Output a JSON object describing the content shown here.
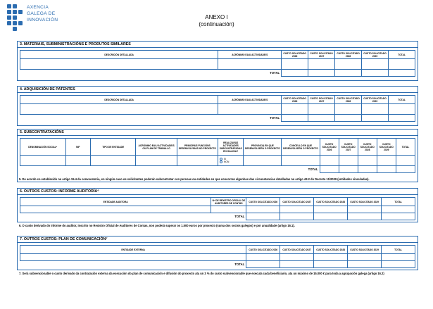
{
  "logo": {
    "line1": "AXENCIA",
    "line2": "GALEGA DE",
    "line3": "INNOVACIÓN"
  },
  "header": {
    "title": "ANEXO I",
    "subtitle": "(continuación)"
  },
  "s3": {
    "title": "3. MATERIAIS, SUBMINISTRACIÓNS E PRODUTOS SIMILARES",
    "cols": [
      "DESCRICIÓN DETALLADA",
      "ACRÓNIMO EA/U ACTIVIDADE/S",
      "CUSTO SOLICITADO 2026",
      "CUSTO SOLICITADO 2027",
      "CUSTO SOLICITADO 2028",
      "CUSTO SOLICITADO 2029",
      "TOTAL"
    ],
    "total": "TOTAL"
  },
  "s4": {
    "title": "4. ADQUISICIÓN DE PATENTES",
    "cols": [
      "DESCRICIÓN DETALLADA",
      "ACRÓNIMO EA/U ACTIVIDADE/S",
      "CUSTO SOLICITADO 2026",
      "CUSTO SOLICITADO 2027",
      "CUSTO SOLICITADO 2028",
      "CUSTO SOLICITADO 2029",
      "TOTAL"
    ],
    "total": "TOTAL"
  },
  "s5": {
    "title": "5. SUBCONTRATACIÓNS",
    "cols": [
      "DENOMINACIÓN SOCIAL⁵",
      "NIF",
      "TIPO DE ENTIDADE",
      "ACRÓNIMO EA/U ACTIVIDADE/S OU PLAN DE TRABALLO",
      "PRINCIPAIS FUNCIÓNS DESENVOLVIDAS NO PROXECTO",
      "REALIZARÁS ACTIVIDADES SUBCONTRATADAS EN GALICIA?",
      "PROVINCIA EN QUE DESENVOLVERÁ O PROXECTO",
      "CONCELLO EN QUE DESENVOLVERÁ O PROXECTO",
      "CUSTO SOLICITADO 2026",
      "CUSTO SOLICITADO 2027",
      "CUSTO SOLICITADO 2028",
      "CUSTO SOLICITADO 2029",
      "TOTAL"
    ],
    "radio_si": "SI",
    "radio_non": "NON",
    "total": "TOTAL",
    "note": "5. De acordo co establecido no artigo 15.4 da convocatoria, en ningún caso os solicitantes poderán subcontratar con persoas ou entidades en que concorran algunhas das circunstancias detalladas no artigo 43.2 do Decreto 11/2009 (entidades vinculadas)."
  },
  "s6": {
    "title": "6. OUTROS CUSTOS: INFORME AUDITORÍA⁶",
    "cols": [
      "ENTIDADE AUDITORA",
      "Nº DE REXISTRO OFICIAL DE AUDITORES DE CONTAS",
      "CUSTO SOLICITADO 2026",
      "CUSTO SOLICITADO 2027",
      "CUSTO SOLICITADO 2028",
      "CUSTO SOLICITADO 2029",
      "TOTAL"
    ],
    "total": "TOTAL",
    "note": "6. O custo derivado do informe do auditor, inscrito no Rexistro Oficial de Auditores de Contas, non poderá superar os 1.500 euros por proxecto (suma dos socios galegos) e por anualidade (artigo 16.1)."
  },
  "s7": {
    "title": "7. OUTROS CUSTOS: PLAN DE COMUNICACIÓN⁷",
    "cols": [
      "ENTIDADE EXTERNA",
      "CUSTO SOLICITADO 2026",
      "CUSTO SOLICITADO 2027",
      "CUSTO SOLICITADO 2028",
      "CUSTO SOLICITADO 2029",
      "TOTAL"
    ],
    "total": "TOTAL",
    "note": "7. Será subvencionable o custo derivado da contratación externa da execución do plan de comunicación e difusión do proxecto ata un 3 % do custo subvencionable que executa cada beneficiario, ata un máximo de 15.000 € para toda a agrupación galega (artigo 16.2)"
  },
  "colors": {
    "border": "#2b6cb0",
    "logo": "#2b6cb0"
  }
}
